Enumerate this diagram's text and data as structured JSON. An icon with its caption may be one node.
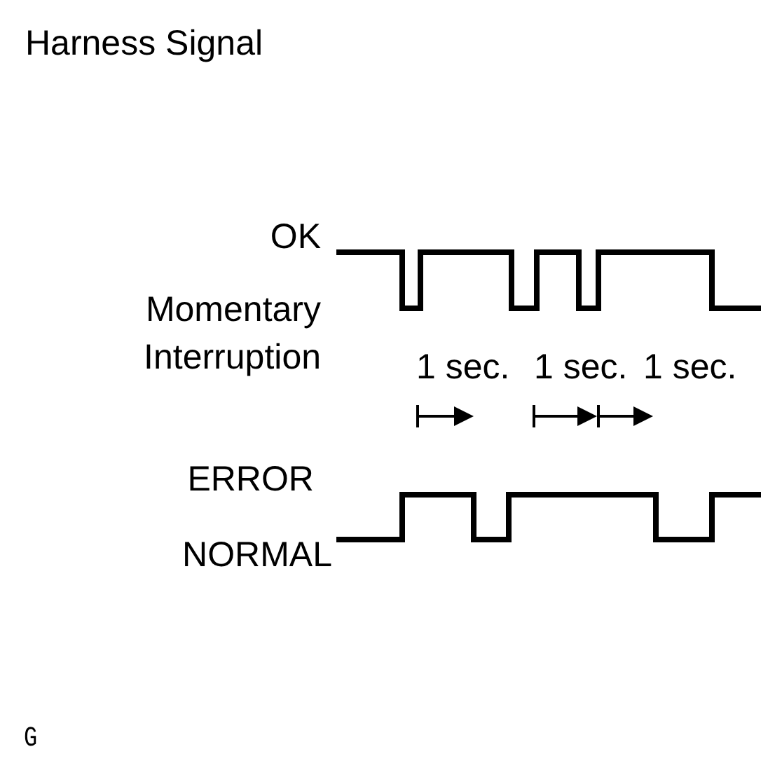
{
  "diagram": {
    "title": "Harness Signal",
    "labels": [
      "OK",
      "Momentary Interruption",
      "1 sec.",
      "1 sec.",
      "1 sec.",
      "ERROR",
      "NORMAL",
      "G"
    ]
  }
}
